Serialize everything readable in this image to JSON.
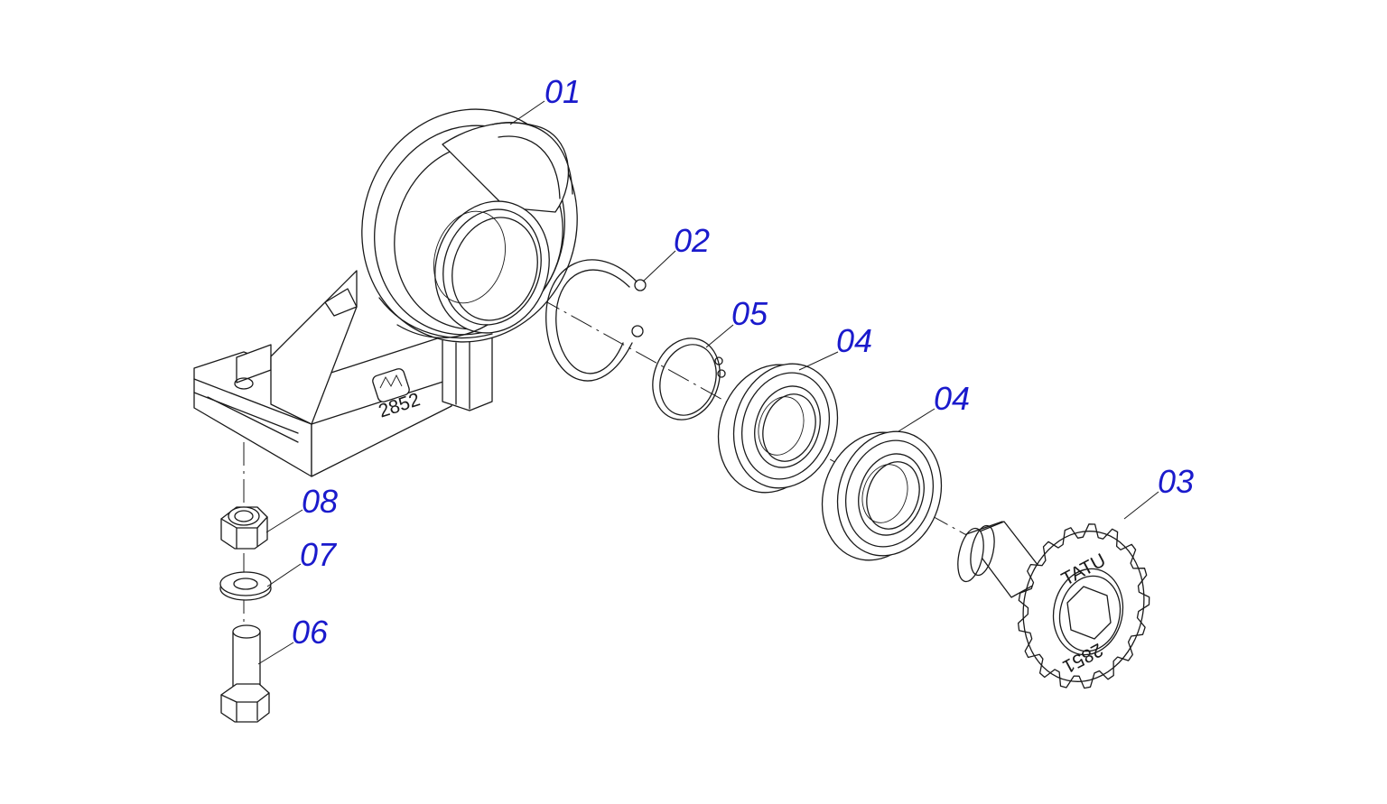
{
  "callouts": {
    "p01": "01",
    "p02": "02",
    "p05": "05",
    "p04a": "04",
    "p04b": "04",
    "p03": "03",
    "p08": "08",
    "p07": "07",
    "p06": "06"
  },
  "engravings": {
    "sprocket_brand": "TATU",
    "sprocket_number": "2851"
  },
  "colors": {
    "callout_text": "#1a1acc",
    "line_art": "#1a1a1a",
    "background": "#ffffff"
  }
}
